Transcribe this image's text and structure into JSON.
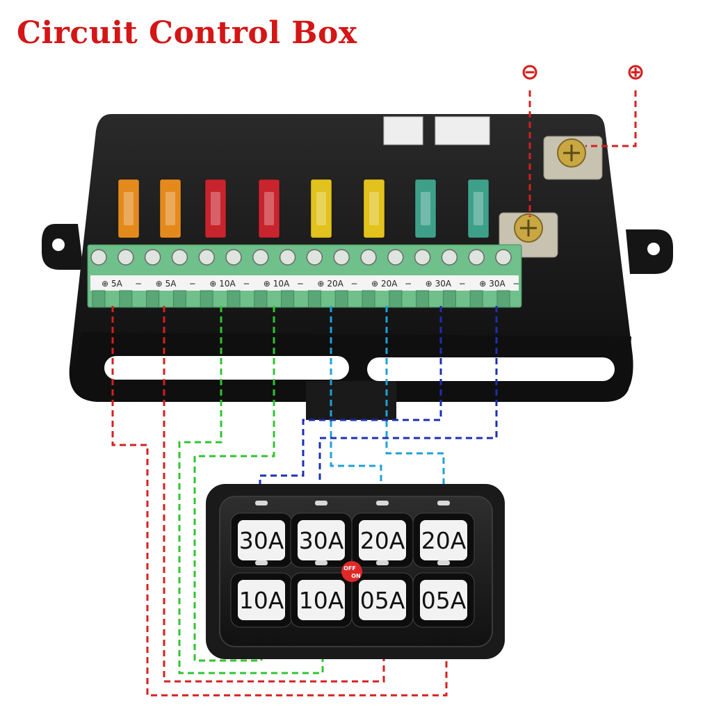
{
  "title": "Circuit Control Box",
  "colors": {
    "title": "#d41616",
    "red_line": "#d42020",
    "green_line": "#2fc42f",
    "navy_line": "#1c2fb3",
    "cyan_line": "#1fa0d8",
    "terminal": "#6fc08a",
    "box": "#141414",
    "switch": "#e02828"
  },
  "polarity": {
    "negative": "⊖",
    "positive": "⊕"
  },
  "fuses": [
    {
      "rating": "5A",
      "color": "#e48a1c"
    },
    {
      "rating": "5A",
      "color": "#e48a1c"
    },
    {
      "rating": "10A",
      "color": "#c8242e"
    },
    {
      "rating": "10A",
      "color": "#c8242e"
    },
    {
      "rating": "20A",
      "color": "#e2c21c"
    },
    {
      "rating": "20A",
      "color": "#e2c21c"
    },
    {
      "rating": "30A",
      "color": "#3fa08a"
    },
    {
      "rating": "30A",
      "color": "#3fa08a"
    }
  ],
  "terminal_labels": [
    {
      "plus": "⊕",
      "rating": "5A",
      "minus": "−"
    },
    {
      "plus": "⊕",
      "rating": "5A",
      "minus": "−"
    },
    {
      "plus": "⊕",
      "rating": "10A",
      "minus": "−"
    },
    {
      "plus": "⊕",
      "rating": "10A",
      "minus": "−"
    },
    {
      "plus": "⊕",
      "rating": "20A",
      "minus": "−"
    },
    {
      "plus": "⊕",
      "rating": "20A",
      "minus": "−"
    },
    {
      "plus": "⊕",
      "rating": "30A",
      "minus": "−"
    },
    {
      "plus": "⊕",
      "rating": "30A",
      "minus": "−"
    }
  ],
  "panel": {
    "top_row": [
      "30A",
      "30A",
      "20A",
      "20A"
    ],
    "bottom_row": [
      "10A",
      "10A",
      "05A",
      "05A"
    ],
    "switch_top": "OFF",
    "switch_bottom": "ON"
  }
}
